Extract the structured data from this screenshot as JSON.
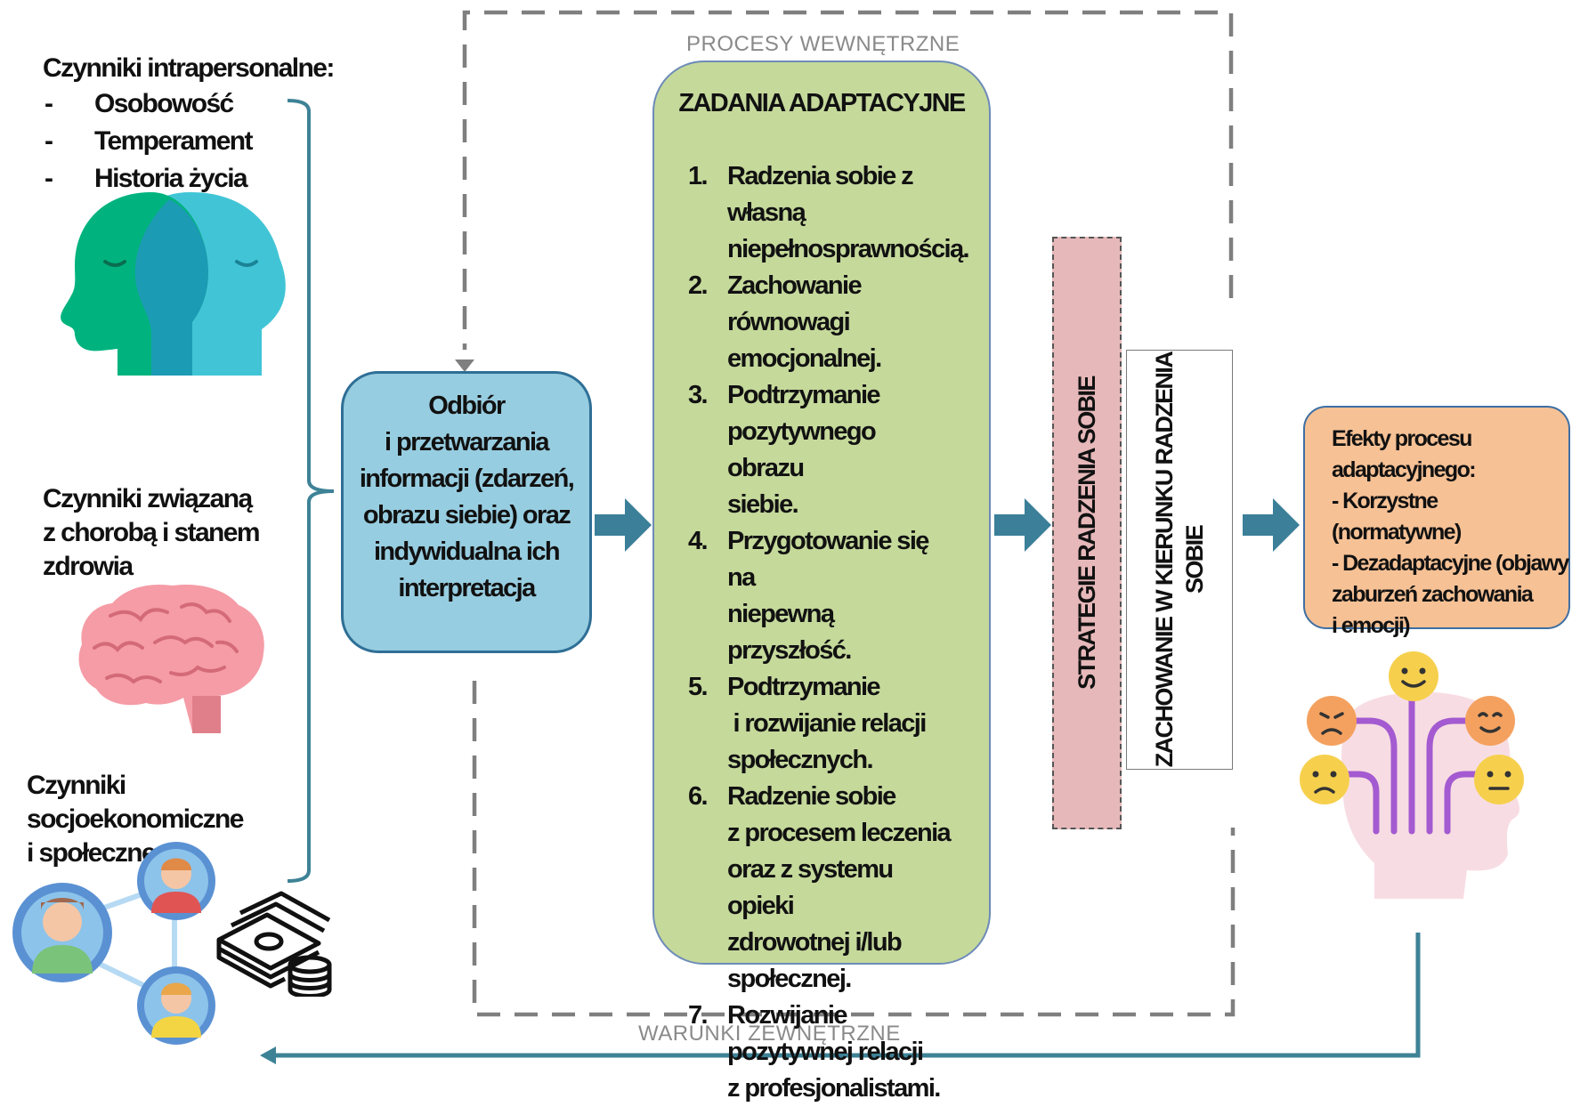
{
  "left_factors": {
    "intrapersonal": {
      "title": "Czynniki intrapersonalne:",
      "items": [
        "Osobowość",
        "Temperament",
        "Historia życia"
      ]
    },
    "health": {
      "title_lines": [
        "Czynniki związaną",
        "z chorobą i stanem",
        "zdrowia"
      ]
    },
    "socioeconomic": {
      "title_lines": [
        "Czynniki",
        "socjoekonomiczne",
        "i społeczne"
      ]
    }
  },
  "labels": {
    "internal": "PROCESY WEWNĘTRZNE",
    "external": "WARUNKI ZEWNĘTRZNE"
  },
  "perception_box": {
    "lines": [
      "Odbiór",
      "i przetwarzania",
      "informacji (zdarzeń,",
      "obrazu siebie) oraz",
      "indywidualna ich",
      "interpretacja"
    ]
  },
  "adaptive_tasks": {
    "title": "ZADANIA ADAPTACYJNE",
    "items": [
      {
        "num": "1.",
        "lines": [
          "Radzenia sobie z",
          "własną",
          "niepełnosprawnością."
        ]
      },
      {
        "num": "2.",
        "lines": [
          "Zachowanie równowagi",
          "emocjonalnej."
        ]
      },
      {
        "num": "3.",
        "lines": [
          "Podtrzymanie",
          "pozytywnego obrazu",
          "siebie."
        ]
      },
      {
        "num": "4.",
        "lines": [
          "Przygotowanie się na",
          "niepewną przyszłość."
        ]
      },
      {
        "num": "5.",
        "lines": [
          "Podtrzymanie",
          " i rozwijanie relacji",
          "społecznych."
        ]
      },
      {
        "num": "6.",
        "lines": [
          "Radzenie sobie",
          "z procesem leczenia",
          "oraz z systemu opieki",
          "zdrowotnej i/lub",
          "społecznej."
        ]
      },
      {
        "num": "7.",
        "lines": [
          "Rozwijanie",
          "pozytywnej relacji",
          "z profesjonalistami."
        ]
      }
    ]
  },
  "strategies": {
    "text": "STRATEGIE RADZENIA SOBIE"
  },
  "behaviors": {
    "lines": [
      "ZACHOWANIE W KIERUNKU RADZENIA",
      "SOBIE"
    ]
  },
  "effects": {
    "lines": [
      "Efekty procesu",
      "adaptacyjnego:",
      "- Korzystne (normatywne)",
      "- Dezadaptacyjne (objawy",
      "zaburzeń zachowania",
      "i emocji)"
    ]
  },
  "colors": {
    "blue_box": "#97cde0",
    "green_box": "#c5d99b",
    "pink_strip": "#e6b8ba",
    "orange_box": "#f6c195",
    "arrow": "#3b7f99",
    "dashed_border": "#7f7f7f",
    "bottom_line": "#3e8296"
  },
  "icons": [
    "two-faces-icon",
    "brain-icon",
    "people-network-icon",
    "money-stack-icon",
    "emotions-head-icon"
  ]
}
